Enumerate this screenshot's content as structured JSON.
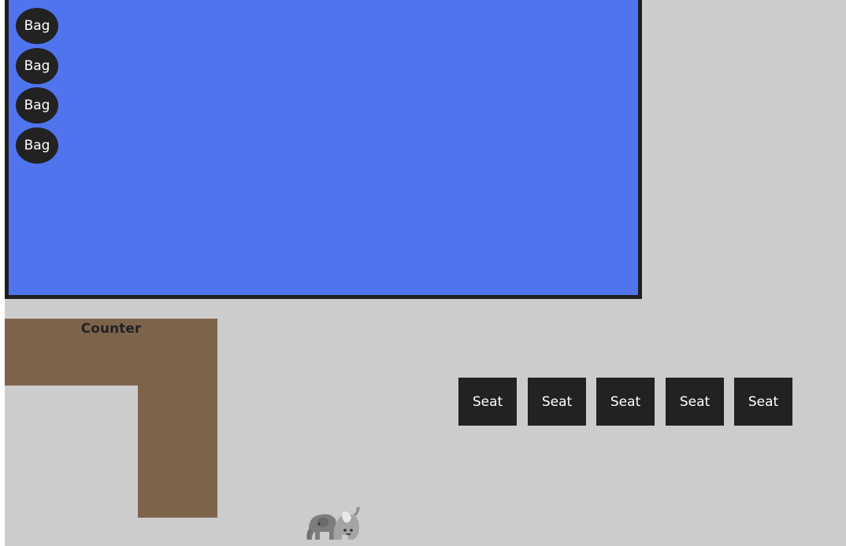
{
  "scene": {
    "pool": {
      "color": "#4f74ee",
      "border_color": "#1f1f1f",
      "bags": [
        {
          "label": "Bag"
        },
        {
          "label": "Bag"
        },
        {
          "label": "Bag"
        },
        {
          "label": "Bag"
        }
      ]
    },
    "counter": {
      "label": "Counter",
      "color": "#7e634b"
    },
    "seats": [
      {
        "label": "Seat"
      },
      {
        "label": "Seat"
      },
      {
        "label": "Seat"
      },
      {
        "label": "Seat"
      },
      {
        "label": "Seat"
      }
    ],
    "player": {
      "icon": "elephant-icon"
    },
    "background_color": "#cccccc"
  }
}
